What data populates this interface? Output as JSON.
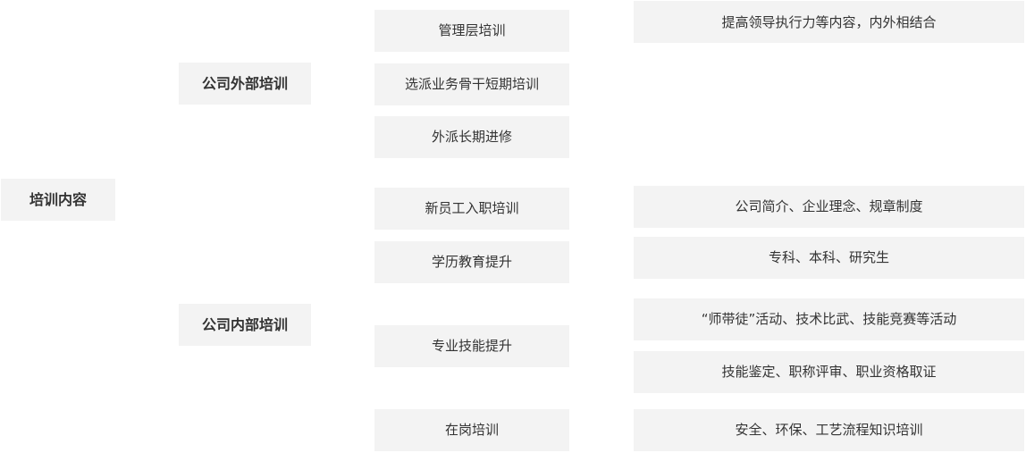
{
  "root": "培训内容",
  "categories": {
    "external": "公司外部培训",
    "internal": "公司内部培训"
  },
  "items": [
    "管理层培训",
    "选派业务骨干短期培训",
    "外派长期进修",
    "新员工入职培训",
    "学历教育提升",
    "专业技能提升",
    "在岗培训"
  ],
  "details": [
    "提高领导执行力等内容，内外相结合",
    "公司简介、企业理念、规章制度",
    "专科、本科、研究生",
    "“师带徒”活动、技术比武、技能竞赛等活动",
    "技能鉴定、职称评审、职业资格取证",
    "安全、环保、工艺流程知识培训"
  ]
}
